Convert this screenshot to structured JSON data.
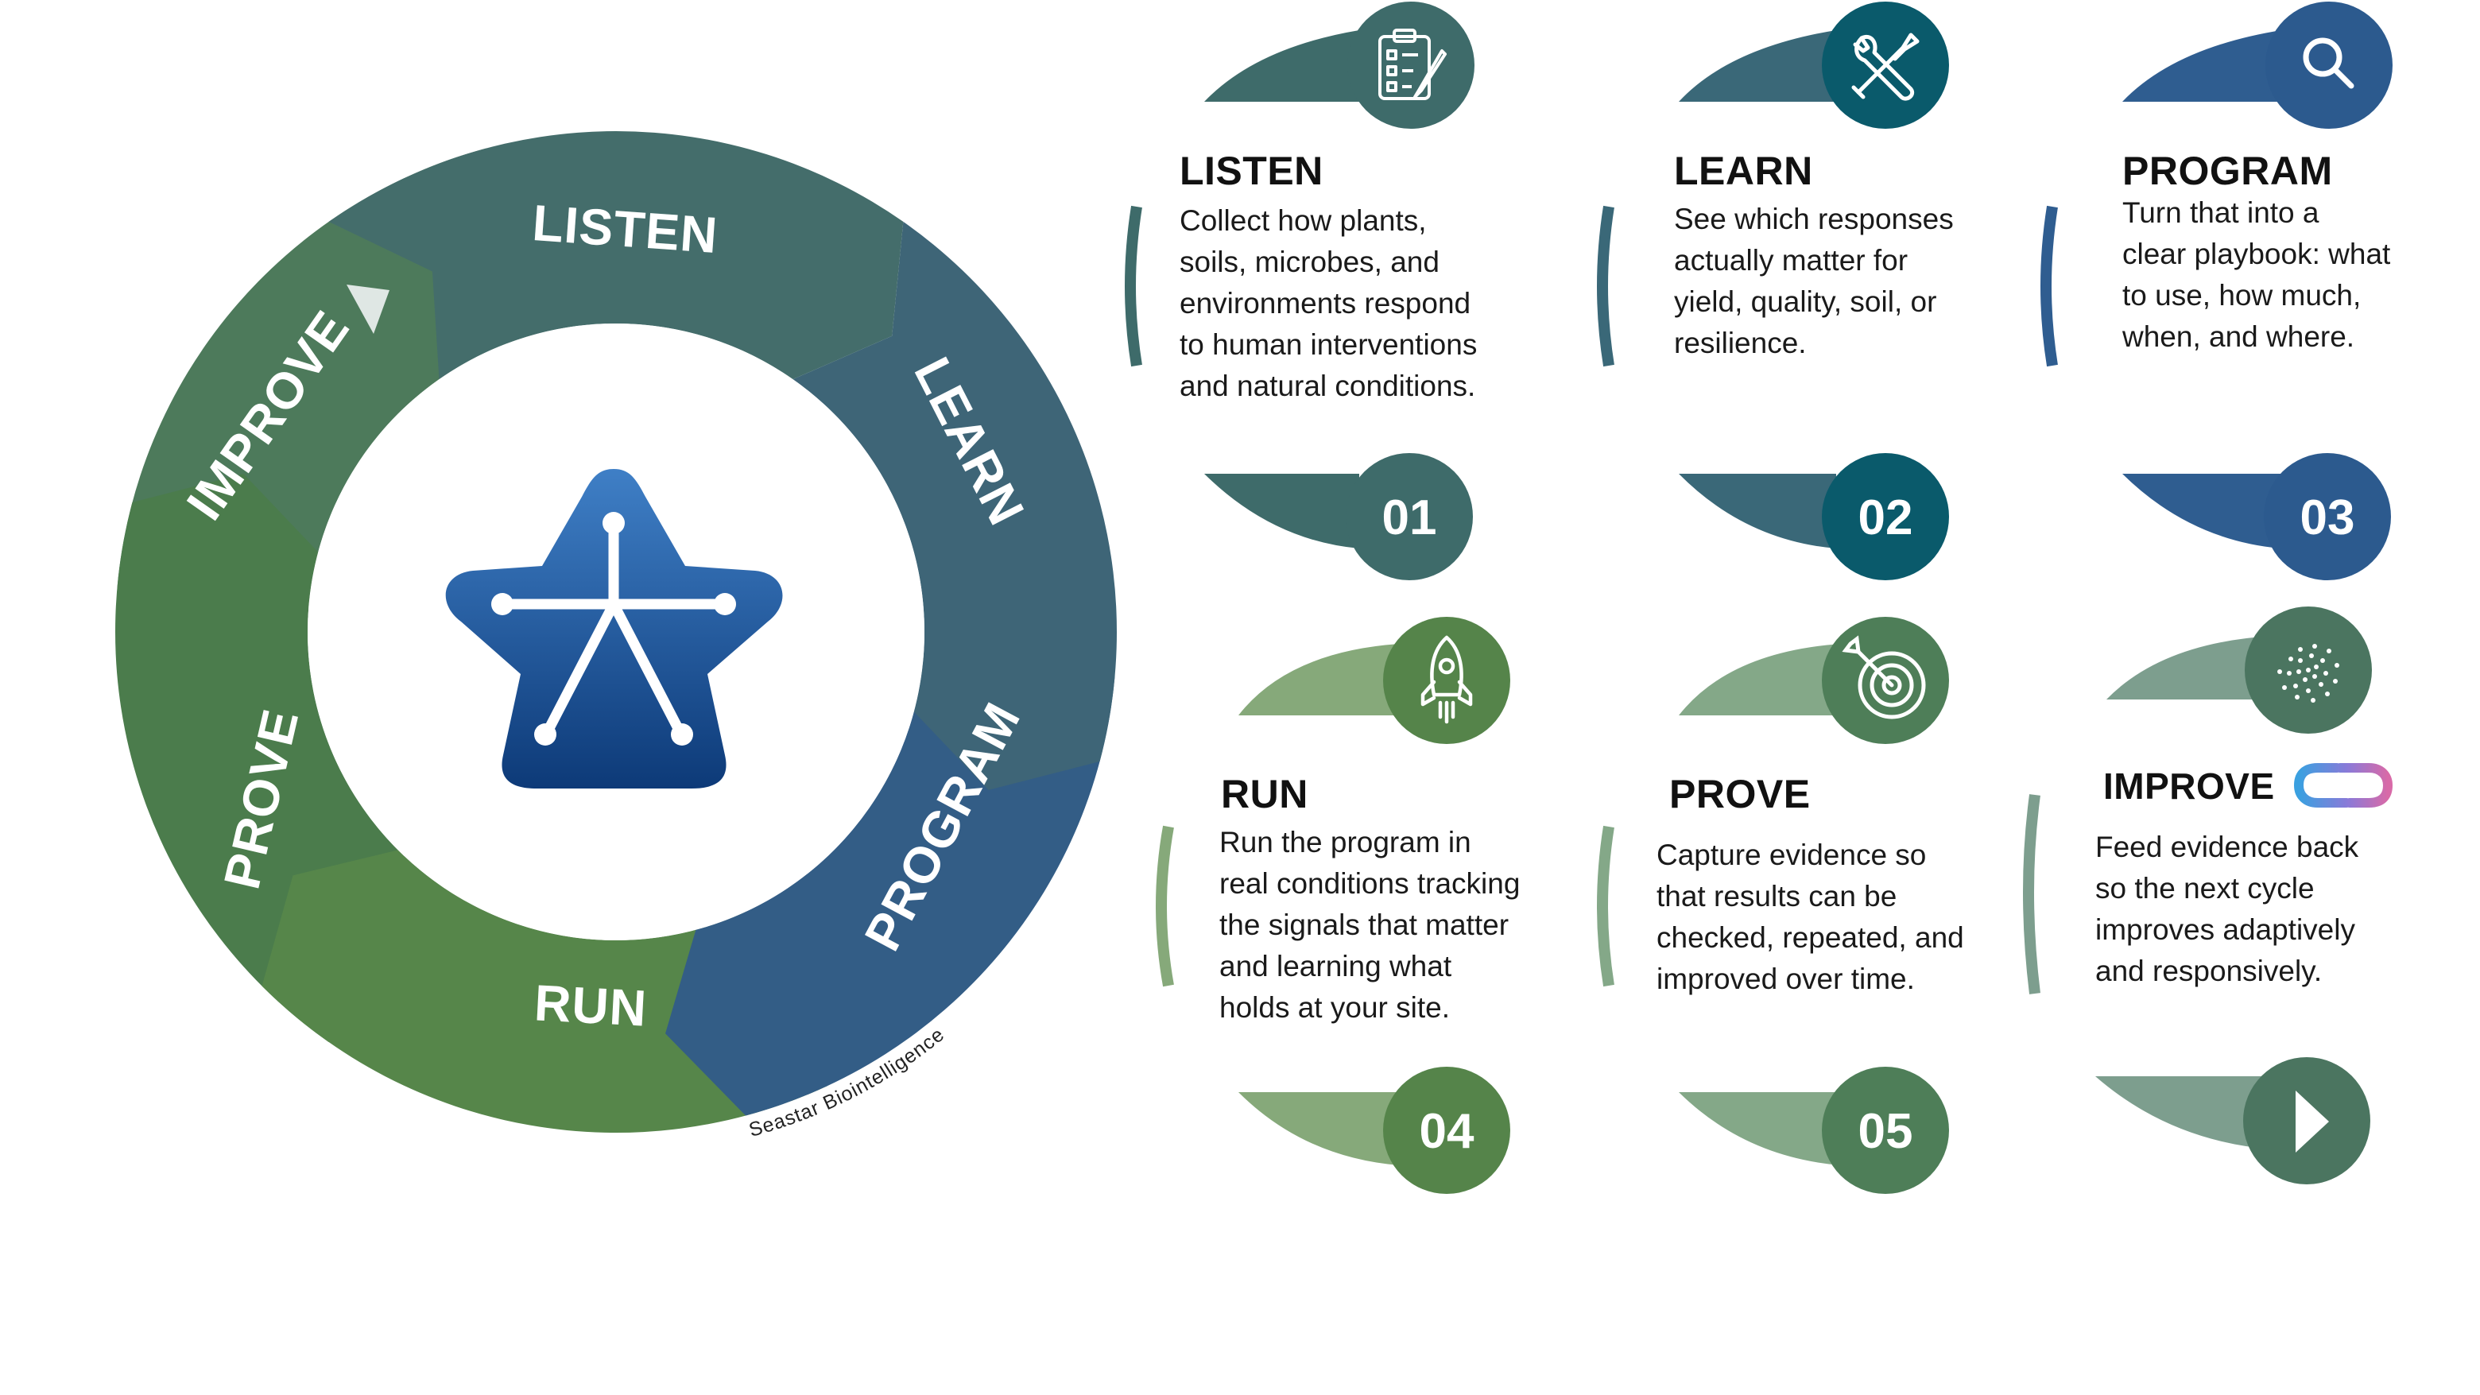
{
  "wheel": {
    "segments": [
      {
        "label": "LISTEN",
        "color": "#446d6b"
      },
      {
        "label": "LEARN",
        "color": "#3e6577"
      },
      {
        "label": "PROGRAM",
        "color": "#335d86"
      },
      {
        "label": "RUN",
        "color": "#56864a"
      },
      {
        "label": "PROVE",
        "color": "#4b7c4c"
      },
      {
        "label": "IMPROVE",
        "color": "#4d7a5b"
      }
    ],
    "center_logo": "seastar-star-icon",
    "credit": "Seastar Biointelligence"
  },
  "cards": [
    {
      "title": "LISTEN",
      "description": "Collect how plants,\nsoils, microbes, and\nenvironments respond\nto human interventions\nand natural conditions.",
      "number": "01",
      "icon": "clipboard-checklist-icon",
      "color": "#3e6b6a",
      "light": "#3e6b6a"
    },
    {
      "title": "LEARN",
      "description": "See which responses\nactually matter for\nyield, quality, soil, or\nresilience.",
      "number": "02",
      "icon": "wrench-screwdriver-icon",
      "color": "#0a5a6b",
      "light": "#3a6878"
    },
    {
      "title": "PROGRAM",
      "description": "Turn that into a\nclear playbook: what\nto use, how much,\nwhen, and where.",
      "number": "03",
      "icon": "magnifier-icon",
      "color": "#2c5a8e",
      "light": "#2f5d90"
    },
    {
      "title": "RUN",
      "description": "Run the program in\nreal conditions tracking\nthe signals that matter\nand learning what\nholds at your site.",
      "number": "04",
      "icon": "rocket-icon",
      "color": "#55844a",
      "light": "#86a97a"
    },
    {
      "title": "PROVE",
      "description": "Capture evidence so\nthat results can be\nchecked, repeated, and\nimproved over time.",
      "number": "05",
      "icon": "target-arrow-icon",
      "color": "#4e7e58",
      "light": "#84a888"
    },
    {
      "title": "IMPROVE",
      "description": "Feed evidence back\nso the next cycle\nimproves adaptively\nand responsively.",
      "number": "",
      "icon": "spiral-dots-icon",
      "color": "#4b7560",
      "light": "#7d9e8e",
      "bottom_icon": "play-arrow-icon",
      "title_icon": "infinity-loop-icon"
    }
  ]
}
